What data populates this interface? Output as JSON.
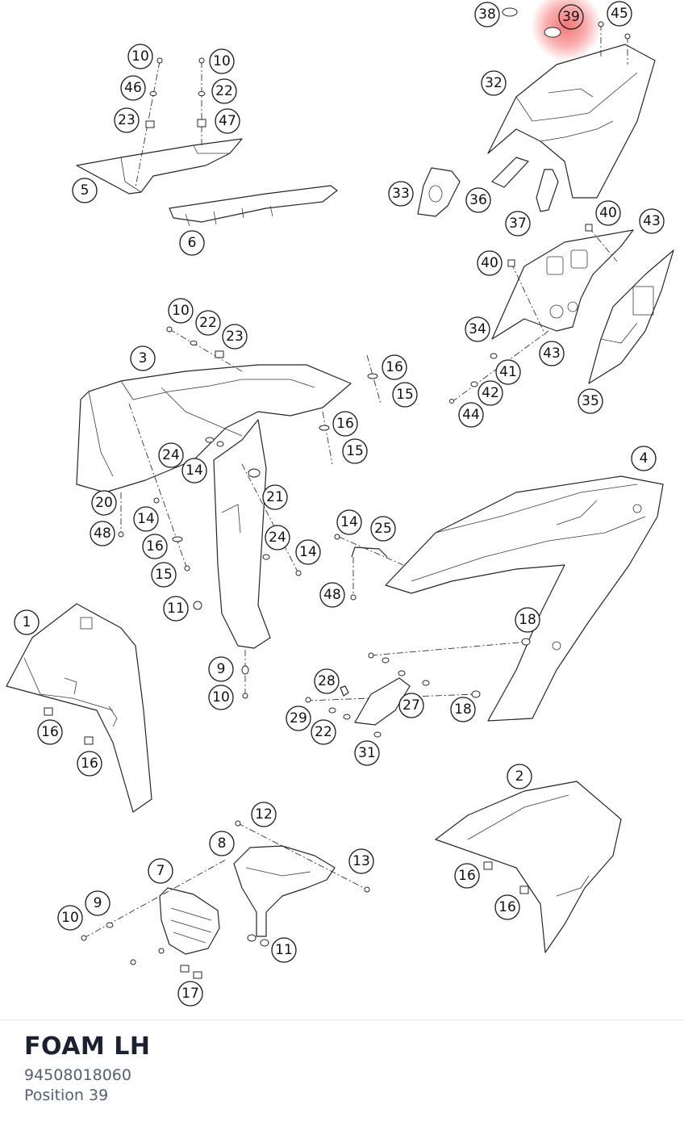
{
  "part": {
    "name": "FOAM LH",
    "number": "94508018060",
    "position_label": "Position 39"
  },
  "highlight": {
    "callout": "39",
    "color": "#f04848"
  },
  "callouts": [
    {
      "label": "38"
    },
    {
      "label": "39"
    },
    {
      "label": "45"
    },
    {
      "label": "10"
    },
    {
      "label": "10"
    },
    {
      "label": "46"
    },
    {
      "label": "22"
    },
    {
      "label": "23"
    },
    {
      "label": "47"
    },
    {
      "label": "32"
    },
    {
      "label": "5"
    },
    {
      "label": "33"
    },
    {
      "label": "36"
    },
    {
      "label": "6"
    },
    {
      "label": "37"
    },
    {
      "label": "40"
    },
    {
      "label": "43"
    },
    {
      "label": "40"
    },
    {
      "label": "10"
    },
    {
      "label": "22"
    },
    {
      "label": "23"
    },
    {
      "label": "34"
    },
    {
      "label": "3"
    },
    {
      "label": "43"
    },
    {
      "label": "16"
    },
    {
      "label": "41"
    },
    {
      "label": "15"
    },
    {
      "label": "42"
    },
    {
      "label": "44"
    },
    {
      "label": "35"
    },
    {
      "label": "16"
    },
    {
      "label": "24"
    },
    {
      "label": "15"
    },
    {
      "label": "14"
    },
    {
      "label": "4"
    },
    {
      "label": "21"
    },
    {
      "label": "20"
    },
    {
      "label": "14"
    },
    {
      "label": "14"
    },
    {
      "label": "25"
    },
    {
      "label": "48"
    },
    {
      "label": "16"
    },
    {
      "label": "24"
    },
    {
      "label": "14"
    },
    {
      "label": "15"
    },
    {
      "label": "48"
    },
    {
      "label": "11"
    },
    {
      "label": "18"
    },
    {
      "label": "1"
    },
    {
      "label": "9"
    },
    {
      "label": "28"
    },
    {
      "label": "10"
    },
    {
      "label": "27"
    },
    {
      "label": "18"
    },
    {
      "label": "29"
    },
    {
      "label": "16"
    },
    {
      "label": "22"
    },
    {
      "label": "31"
    },
    {
      "label": "16"
    },
    {
      "label": "2"
    },
    {
      "label": "12"
    },
    {
      "label": "8"
    },
    {
      "label": "13"
    },
    {
      "label": "7"
    },
    {
      "label": "16"
    },
    {
      "label": "9"
    },
    {
      "label": "10"
    },
    {
      "label": "16"
    },
    {
      "label": "11"
    },
    {
      "label": "17"
    }
  ]
}
